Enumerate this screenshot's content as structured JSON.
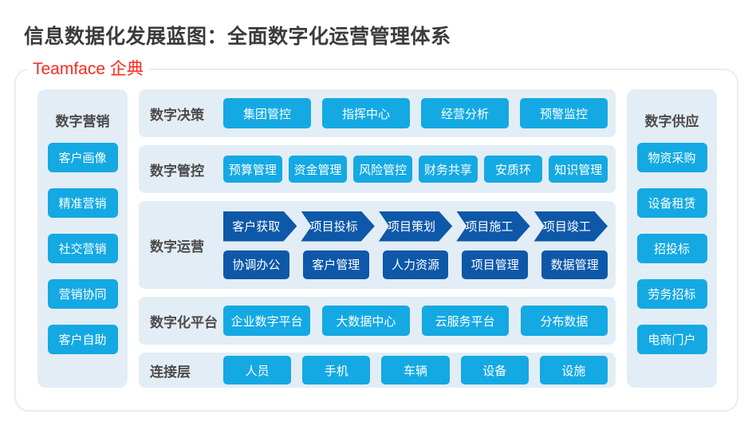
{
  "page": {
    "title": "信息数据化发展蓝图：全面数字化运营管理体系",
    "brand": "Teamface 企典"
  },
  "colors": {
    "accent_cyan": "#14a9e3",
    "accent_dark_blue": "#0d58a8",
    "panel_bg": "#e3edf5",
    "brand_red": "#fa281c",
    "heading_text": "#3b3b3b",
    "label_text": "#4c4a4a"
  },
  "left_panel": {
    "title": "数字营销",
    "items": [
      "客户画像",
      "精准营销",
      "社交营销",
      "营销协同",
      "客户自助"
    ]
  },
  "right_panel": {
    "title": "数字供应",
    "items": [
      "物资采购",
      "设备租赁",
      "招投标",
      "劳务招标",
      "电商门户"
    ]
  },
  "rows": {
    "decision": {
      "label": "数字决策",
      "items": [
        "集团管控",
        "指挥中心",
        "经营分析",
        "预警监控"
      ]
    },
    "control": {
      "label": "数字管控",
      "items": [
        "预算管理",
        "资金管理",
        "风险管控",
        "财务共享",
        "安质环",
        "知识管理"
      ]
    },
    "operation": {
      "label": "数字运营",
      "flow_arrows": [
        "客户获取",
        "项目投标",
        "项目策划",
        "项目施工",
        "项目竣工"
      ],
      "items": [
        "协调办公",
        "客户管理",
        "人力资源",
        "项目管理",
        "数据管理"
      ]
    },
    "platform": {
      "label": "数字化平台",
      "items": [
        "企业数字平台",
        "大数据中心",
        "云服务平台",
        "分布数据"
      ]
    },
    "connection": {
      "label": "连接层",
      "items": [
        "人员",
        "手机",
        "车辆",
        "设备",
        "设施"
      ]
    }
  }
}
